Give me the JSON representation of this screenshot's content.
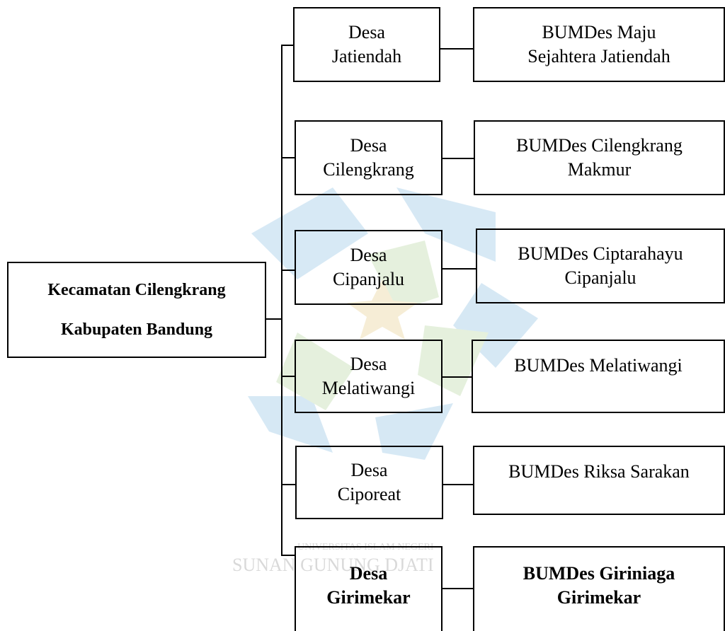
{
  "root": {
    "line1": "Kecamatan Cilengkrang",
    "line2": "Kabupaten Bandung"
  },
  "villages": [
    {
      "desa_line1": "Desa",
      "desa_line2": "Jatiendah",
      "bumdes_line1": "BUMDes Maju",
      "bumdes_line2": "Sejahtera Jatiendah"
    },
    {
      "desa_line1": "Desa",
      "desa_line2": "Cilengkrang",
      "bumdes_line1": "BUMDes Cilengkrang",
      "bumdes_line2": "Makmur"
    },
    {
      "desa_line1": "Desa",
      "desa_line2": "Cipanjalu",
      "bumdes_line1": "BUMDes Ciptarahayu",
      "bumdes_line2": "Cipanjalu"
    },
    {
      "desa_line1": "Desa",
      "desa_line2": "Melatiwangi",
      "bumdes_line1": "BUMDes Melatiwangi",
      "bumdes_line2": ""
    },
    {
      "desa_line1": "Desa",
      "desa_line2": "Ciporeat",
      "bumdes_line1": "BUMDes Riksa Sarakan",
      "bumdes_line2": ""
    },
    {
      "desa_line1": "Desa",
      "desa_line2": "Girimekar",
      "bumdes_line1": "BUMDes Giriniaga",
      "bumdes_line2": "Girimekar"
    }
  ],
  "watermark": {
    "line1": "UNIVERSITAS ISLAM NEGERI",
    "line2": "SUNAN GUNUNG DJATI"
  },
  "colors": {
    "watermark_blue": "#4a9bd1",
    "watermark_green": "#8ec06a",
    "watermark_gold": "#d9b24a"
  }
}
